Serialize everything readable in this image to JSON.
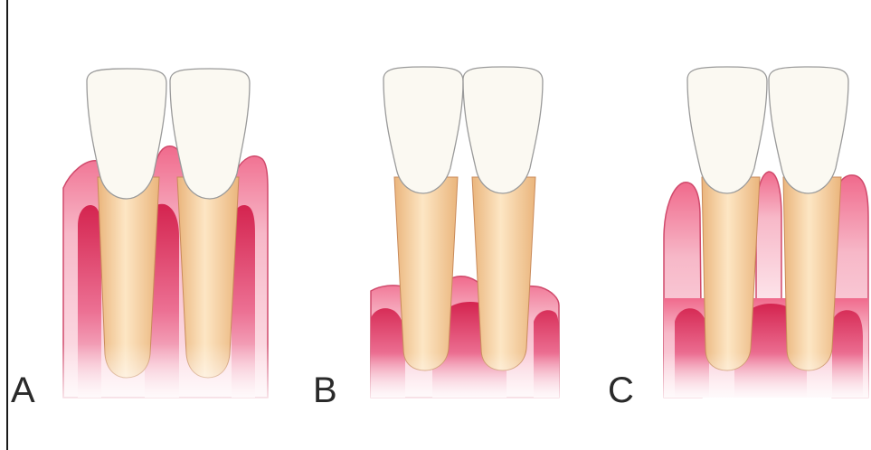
{
  "panels": [
    {
      "id": "A",
      "label": "A"
    },
    {
      "id": "B",
      "label": "B"
    },
    {
      "id": "C",
      "label": "C"
    }
  ],
  "colors": {
    "enamel": "#fbf9f2",
    "root": "#f2c992",
    "root_highlight": "#fde8c8",
    "gingiva_light": "#f8c9d3",
    "gingiva_dark": "#dc2f5c",
    "outline_gray": "#9a9a9a",
    "outline_pink": "#d04a6c"
  }
}
